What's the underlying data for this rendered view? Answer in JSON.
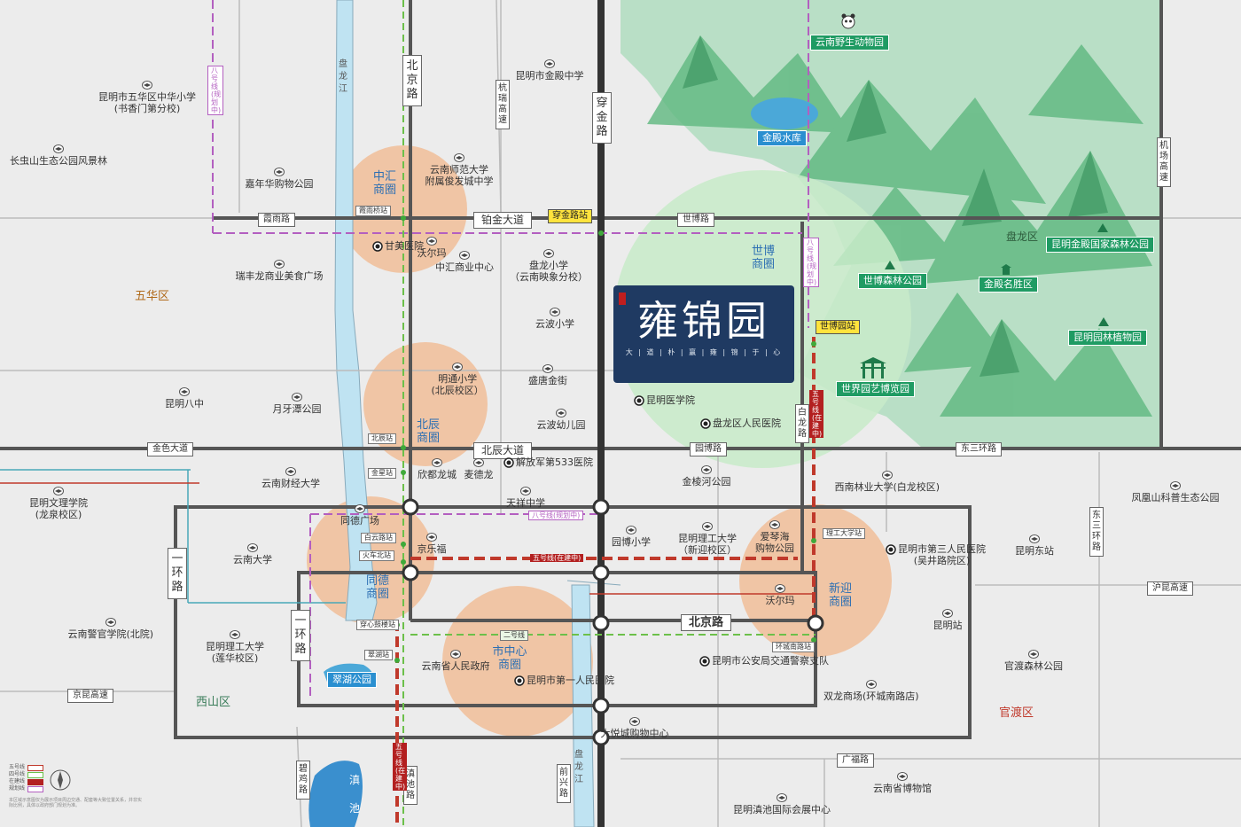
{
  "project": {
    "name": "雍锦园",
    "slogan": "大 | 道 | 朴 | 赢 | 雍 | 锦 | 于 | 心"
  },
  "districts": {
    "wuhua": "五华区",
    "panlong": "盘龙区",
    "xishan": "西山区",
    "guandu": "官渡区"
  },
  "roads": {
    "beijing_v": "北京路",
    "chuanjin_v": "穿金路",
    "panlong_jiang_v": "盘龙江",
    "hangrui_v": "杭瑞高速",
    "jichang_v": "机场高速",
    "bajin": "铂金大道",
    "beichen": "北辰大道",
    "beijing_h": "北京路",
    "xiayu": "霞雨路",
    "shibo": "世博路",
    "jinse": "金色大道",
    "yuanbo": "园博路",
    "dongsanhuan": "东三环路",
    "yihuan_left": "一环路",
    "yihuan_inner": "一环路",
    "dongsanhuan_v": "东三环路",
    "jingkun": "京昆高速",
    "hukun": "沪昆高速",
    "guangfu": "广福路",
    "bijilu": "碧鸡路",
    "dianchi_lu": "滇池路",
    "qianxing": "前兴路",
    "panlong_jiang_bottom": "盘龙江",
    "bailong": "白龙路"
  },
  "metro_stations": {
    "chuanjin": "穿金路站",
    "shibo_garden": "世博园站",
    "xiayuqiao": "霞雨桥站",
    "beichen": "北辰站",
    "jinxing": "金星站",
    "baiyun": "白云路站",
    "huochebei": "火车北站",
    "ligong": "理工大学站",
    "huancheng_nan": "环城南路站",
    "chuanxin": "穿心鼓楼站",
    "cuihu": "翠湖站",
    "line2": "二号线"
  },
  "metro_lines": {
    "line8_north": "八号线(规划中)",
    "line8_mid": "八号线(规划中)",
    "line8_right": "八号线(规划中)",
    "line5_h": "五号线(在建中)",
    "line5_v": "五号线(在建中)",
    "line5_bottom": "五号线(在建中)"
  },
  "circles": {
    "zhonghui": "中汇商圈",
    "beichen": "北辰商圈",
    "tongde": "同德商圈",
    "shizhongxin": "市中心商圈",
    "shibo": "世博商圈",
    "xinying": "新迎商圈"
  },
  "green_tags": {
    "zoo": "云南野生动物园",
    "jindian_res": "金殿水库",
    "national_forest": "昆明金殿国家森林公园",
    "shibo_forest": "世博森林公园",
    "jindian_scenic": "金殿名胜区",
    "botanical": "昆明园林植物园",
    "expo_garden": "世界园艺博览园",
    "cuihu": "翠湖公园",
    "dianchi": "滇池"
  },
  "pois": {
    "p01": "昆明市五华区中华小学\n(书香门第分校)",
    "p02": "长虫山生态公园风景林",
    "p03": "嘉年华购物公园",
    "p04": "昆明市金殿中学",
    "p05": "云南师范大学\n附属俊发城中学",
    "p06": "甘美医院",
    "p07": "沃尔玛",
    "p08": "中汇商业中心",
    "p09": "盘龙小学\n（云南映象分校）",
    "p10": "云波小学",
    "p11": "瑞丰龙商业美食广场",
    "p12": "明通小学\n(北辰校区）",
    "p13": "盛唐金街",
    "p14": "云波幼儿园",
    "p15": "昆明八中",
    "p16": "月牙潭公园",
    "p17": "昆明医学院",
    "p18": "盘龙区人民医院",
    "p19": "欣都龙城",
    "p20": "麦德龙",
    "p21": "解放军第533医院",
    "p22": "天祥中学",
    "p23": "云南财经大学",
    "p24": "昆明文理学院\n(龙泉校区)",
    "p25": "金棱河公园",
    "p26": "西南林业大学(白龙校区)",
    "p27": "凤凰山科普生态公园",
    "p28": "同德广场",
    "p29": "京乐福",
    "p30": "园博小学",
    "p31": "昆明理工大学\n（新迎校区）",
    "p32": "爱琴海\n购物公园",
    "p33": "昆明市第三人民医院\n(吴井路院区)",
    "p34": "昆明东站",
    "p35": "云南大学",
    "p36": "沃尔玛",
    "p37": "昆明站",
    "p38": "云南警官学院(北院)",
    "p39": "昆明理工大学\n(莲华校区)",
    "p40": "云南省人民政府",
    "p41": "昆明市第一人民医院",
    "p42": "昆明市公安局交通警察支队",
    "p43": "官渡森林公园",
    "p44": "双龙商场(环城南路店)",
    "p45": "大悦城购物中心",
    "p46": "云南省博物馆",
    "p47": "昆明滇池国际会展中心"
  },
  "legend": [
    "五号线",
    "四号线",
    "在建线",
    "规划线"
  ],
  "disclaimer": "本区域示意图仅为展示项目周边交通、配套等大致位置关系，并非实际比例，具体以政府部门规划为准。"
}
